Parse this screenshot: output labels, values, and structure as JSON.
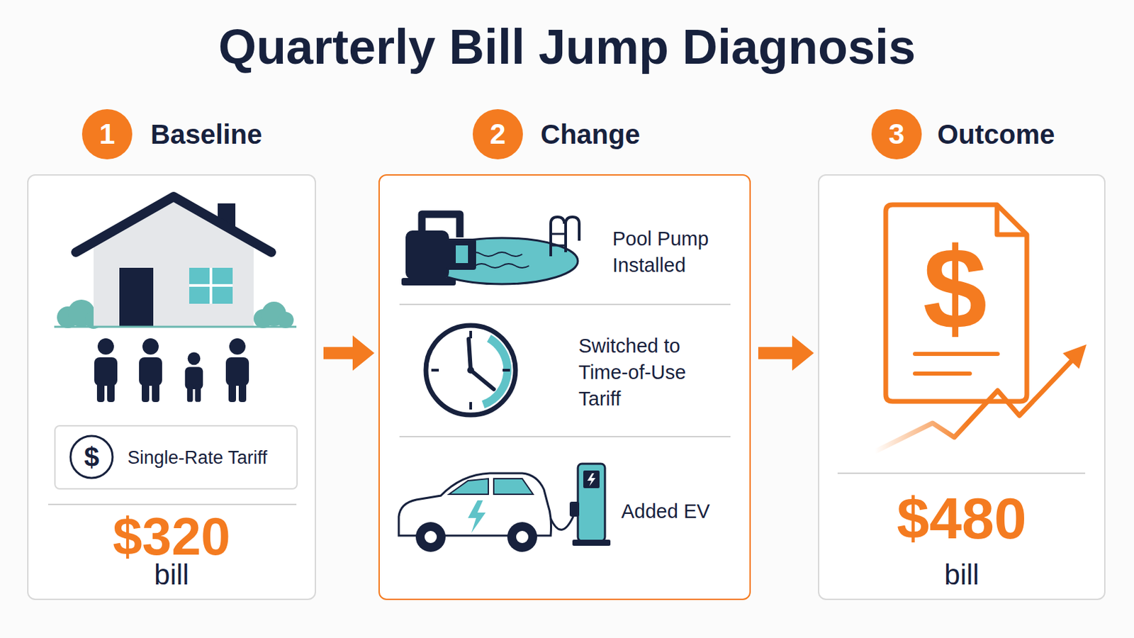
{
  "diagram": {
    "title": "Quarterly Bill Jump Diagnosis",
    "nodes": [
      {
        "text": [
          "1"
        ]
      },
      {
        "text": [
          "Baseline",
          "$320",
          "bill"
        ]
      },
      {
        "text": [
          "Single-Rate Tariff"
        ],
        "in": 1
      },
      {
        "text": [
          "2"
        ]
      },
      {
        "text": [
          "Change"
        ]
      },
      {
        "text": [
          "Pool Pump Installed"
        ],
        "in": 4
      },
      {
        "text": [
          "Switched to Time-of-Use Tariff"
        ],
        "in": 4
      },
      {
        "text": [
          "Added EV"
        ],
        "in": 4
      },
      {
        "text": [
          "3"
        ]
      },
      {
        "text": [
          "Outcome",
          "$480",
          "bill"
        ]
      }
    ],
    "edges": [
      {
        "from": 1,
        "to": 4,
        "arrow": "to"
      },
      {
        "from": 4,
        "to": 9,
        "arrow": "to"
      }
    ],
    "labels": [
      "$",
      "$"
    ]
  }
}
